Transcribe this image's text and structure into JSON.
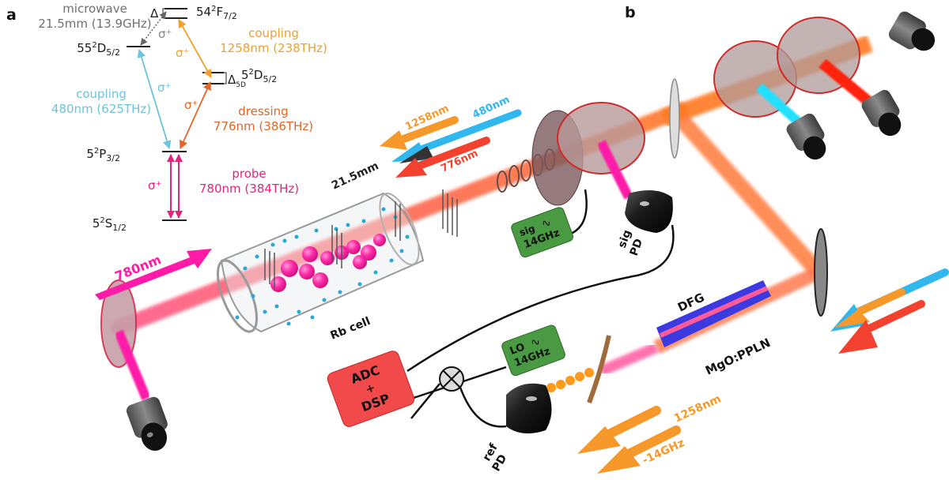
{
  "panels": {
    "a": "a",
    "b": "b"
  },
  "colors": {
    "probe": "#e0267a",
    "coupling_blue": "#6cc3dd",
    "coupling_orange": "#f0a030",
    "dressing": "#e0662a",
    "microwave": "#707070",
    "text": "#1a1a1a",
    "beam_780": "#ff2bb0",
    "beam_480": "#2fb7ee",
    "beam_1258": "#f7982a",
    "beam_776": "#f2422f",
    "mw_arrow": "#333333",
    "sig_box": "#4a9a44",
    "adc_box": "#f24a4a",
    "pd": "#1c1c1c"
  },
  "energy_levels": {
    "ground": {
      "label": "5",
      "sup": "2",
      "term": "S",
      "sub": "1/2"
    },
    "p32": {
      "label": "5",
      "sup": "2",
      "term": "P",
      "sub": "3/2"
    },
    "d55": {
      "label": "55",
      "sup": "2",
      "term": "D",
      "sub": "5/2"
    },
    "f54": {
      "label": "54",
      "sup": "2",
      "term": "F",
      "sub": "7/2"
    },
    "d5": {
      "label": "5",
      "sup": "2",
      "term": "D",
      "sub": "5/2"
    },
    "delta": "Δ",
    "delta_5d": {
      "main": "Δ",
      "sub": "5D"
    }
  },
  "transitions": {
    "microwave": {
      "name": "microwave",
      "value": "21.5mm (13.9GHz)",
      "pol": "σ⁺"
    },
    "coupling_1258": {
      "name": "coupling",
      "value": "1258nm (238THz)",
      "pol": "σ⁺"
    },
    "coupling_480": {
      "name": "coupling",
      "value": "480nm (625THz)",
      "pol": "σ⁺"
    },
    "dressing_776": {
      "name": "dressing",
      "value": "776nm (386THz)",
      "pol": "σ⁺"
    },
    "probe_780": {
      "name": "probe",
      "value": "780nm (384THz)",
      "pol": "σ⁺"
    }
  },
  "setup": {
    "arrow_780": "780nm",
    "arrow_1258": "1258nm",
    "arrow_480": "480nm",
    "arrow_776": "776nm",
    "mw_wavelength": "21.5mm",
    "rb_cell": "Rb cell",
    "sig_box": {
      "line1": "sig",
      "line2": "14GHz"
    },
    "lo_box": {
      "line1": "LO",
      "line2": "14GHz"
    },
    "adc_box": {
      "line1": "ADC",
      "line2": "+",
      "line3": "DSP"
    },
    "sig_pd": {
      "line1": "sig",
      "line2": "PD"
    },
    "ref_pd": {
      "line1": "ref",
      "line2": "PD"
    },
    "dfg": "DFG",
    "crystal": "MgO:PPLN",
    "out_1258": "1258nm",
    "out_freq": "-14GHz"
  }
}
